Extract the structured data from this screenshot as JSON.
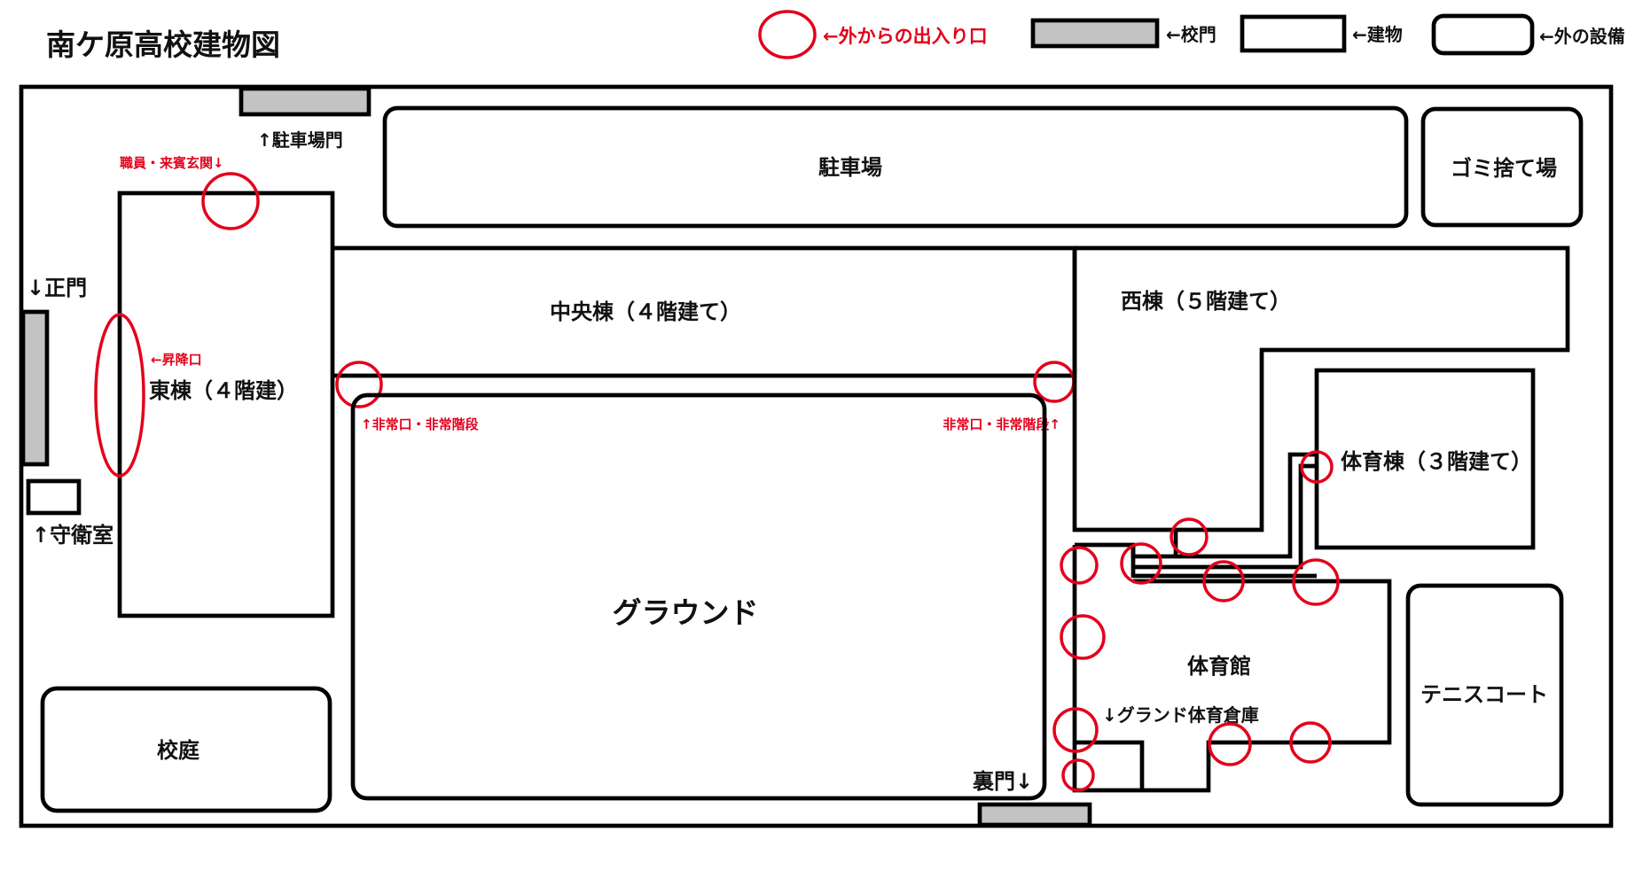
{
  "title": "南ケ原高校建物図",
  "legend": {
    "exit": "←外からの出入り口",
    "gate": "←校門",
    "building": "←建物",
    "facility": "←外の設備"
  },
  "labels": {
    "parking_gate": "↑駐車場門",
    "parking": "駐車場",
    "garbage": "ゴミ捨て場",
    "staff_entrance": "職員・来賓玄関↓",
    "main_gate": "↓正門",
    "guard_room": "↑守衛室",
    "east_entrance": "←昇降口",
    "east_building": "東棟（４階建）",
    "central_building": "中央棟（４階建て）",
    "west_building": "西棟（５階建て）",
    "emergency_left": "↑非常口・非常階段",
    "emergency_right": "非常口・非常階段↑",
    "ground": "グラウンド",
    "pe_building": "体育棟（３階建て）",
    "gymnasium": "体育館",
    "ground_storage": "↓グランド体育倉庫",
    "tennis": "テニスコート",
    "courtyard": "校庭",
    "back_gate": "裏門↓"
  },
  "colors": {
    "exit_marker": "#e3001b",
    "gate_fill": "#c3c3c3",
    "outline": "#000000"
  }
}
